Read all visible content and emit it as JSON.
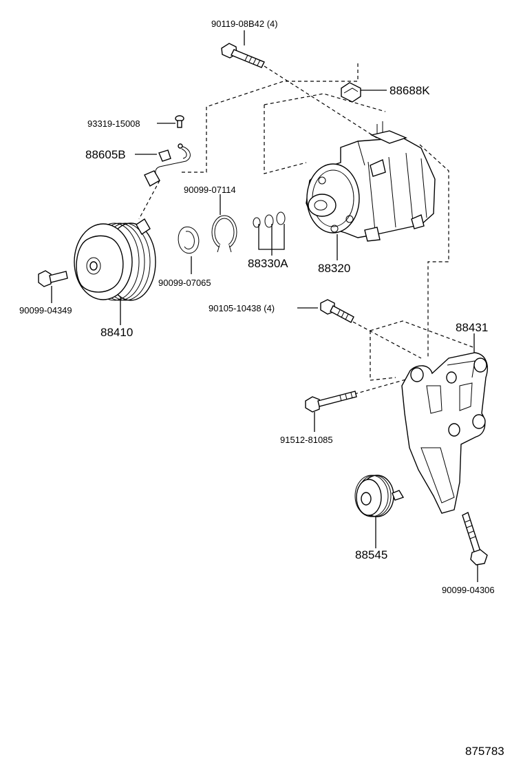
{
  "diagram": {
    "code": "875783",
    "colors": {
      "ink": "#000000",
      "background": "#ffffff"
    },
    "labels": {
      "bolt_top": "90119-08B42 (4)",
      "bracket_clip": "88688K",
      "screw": "93319-15008",
      "harness": "88605B",
      "ring_large": "90099-07114",
      "orings": "88330A",
      "compressor": "88320",
      "snap_ring": "90099-07065",
      "bolt_left": "90099-04349",
      "clutch": "88410",
      "bolt_mid": "90105-10438 (4)",
      "bracket": "88431",
      "bolt_long": "91512-81085",
      "idler": "88545",
      "bolt_bottom": "90099-04306"
    }
  }
}
